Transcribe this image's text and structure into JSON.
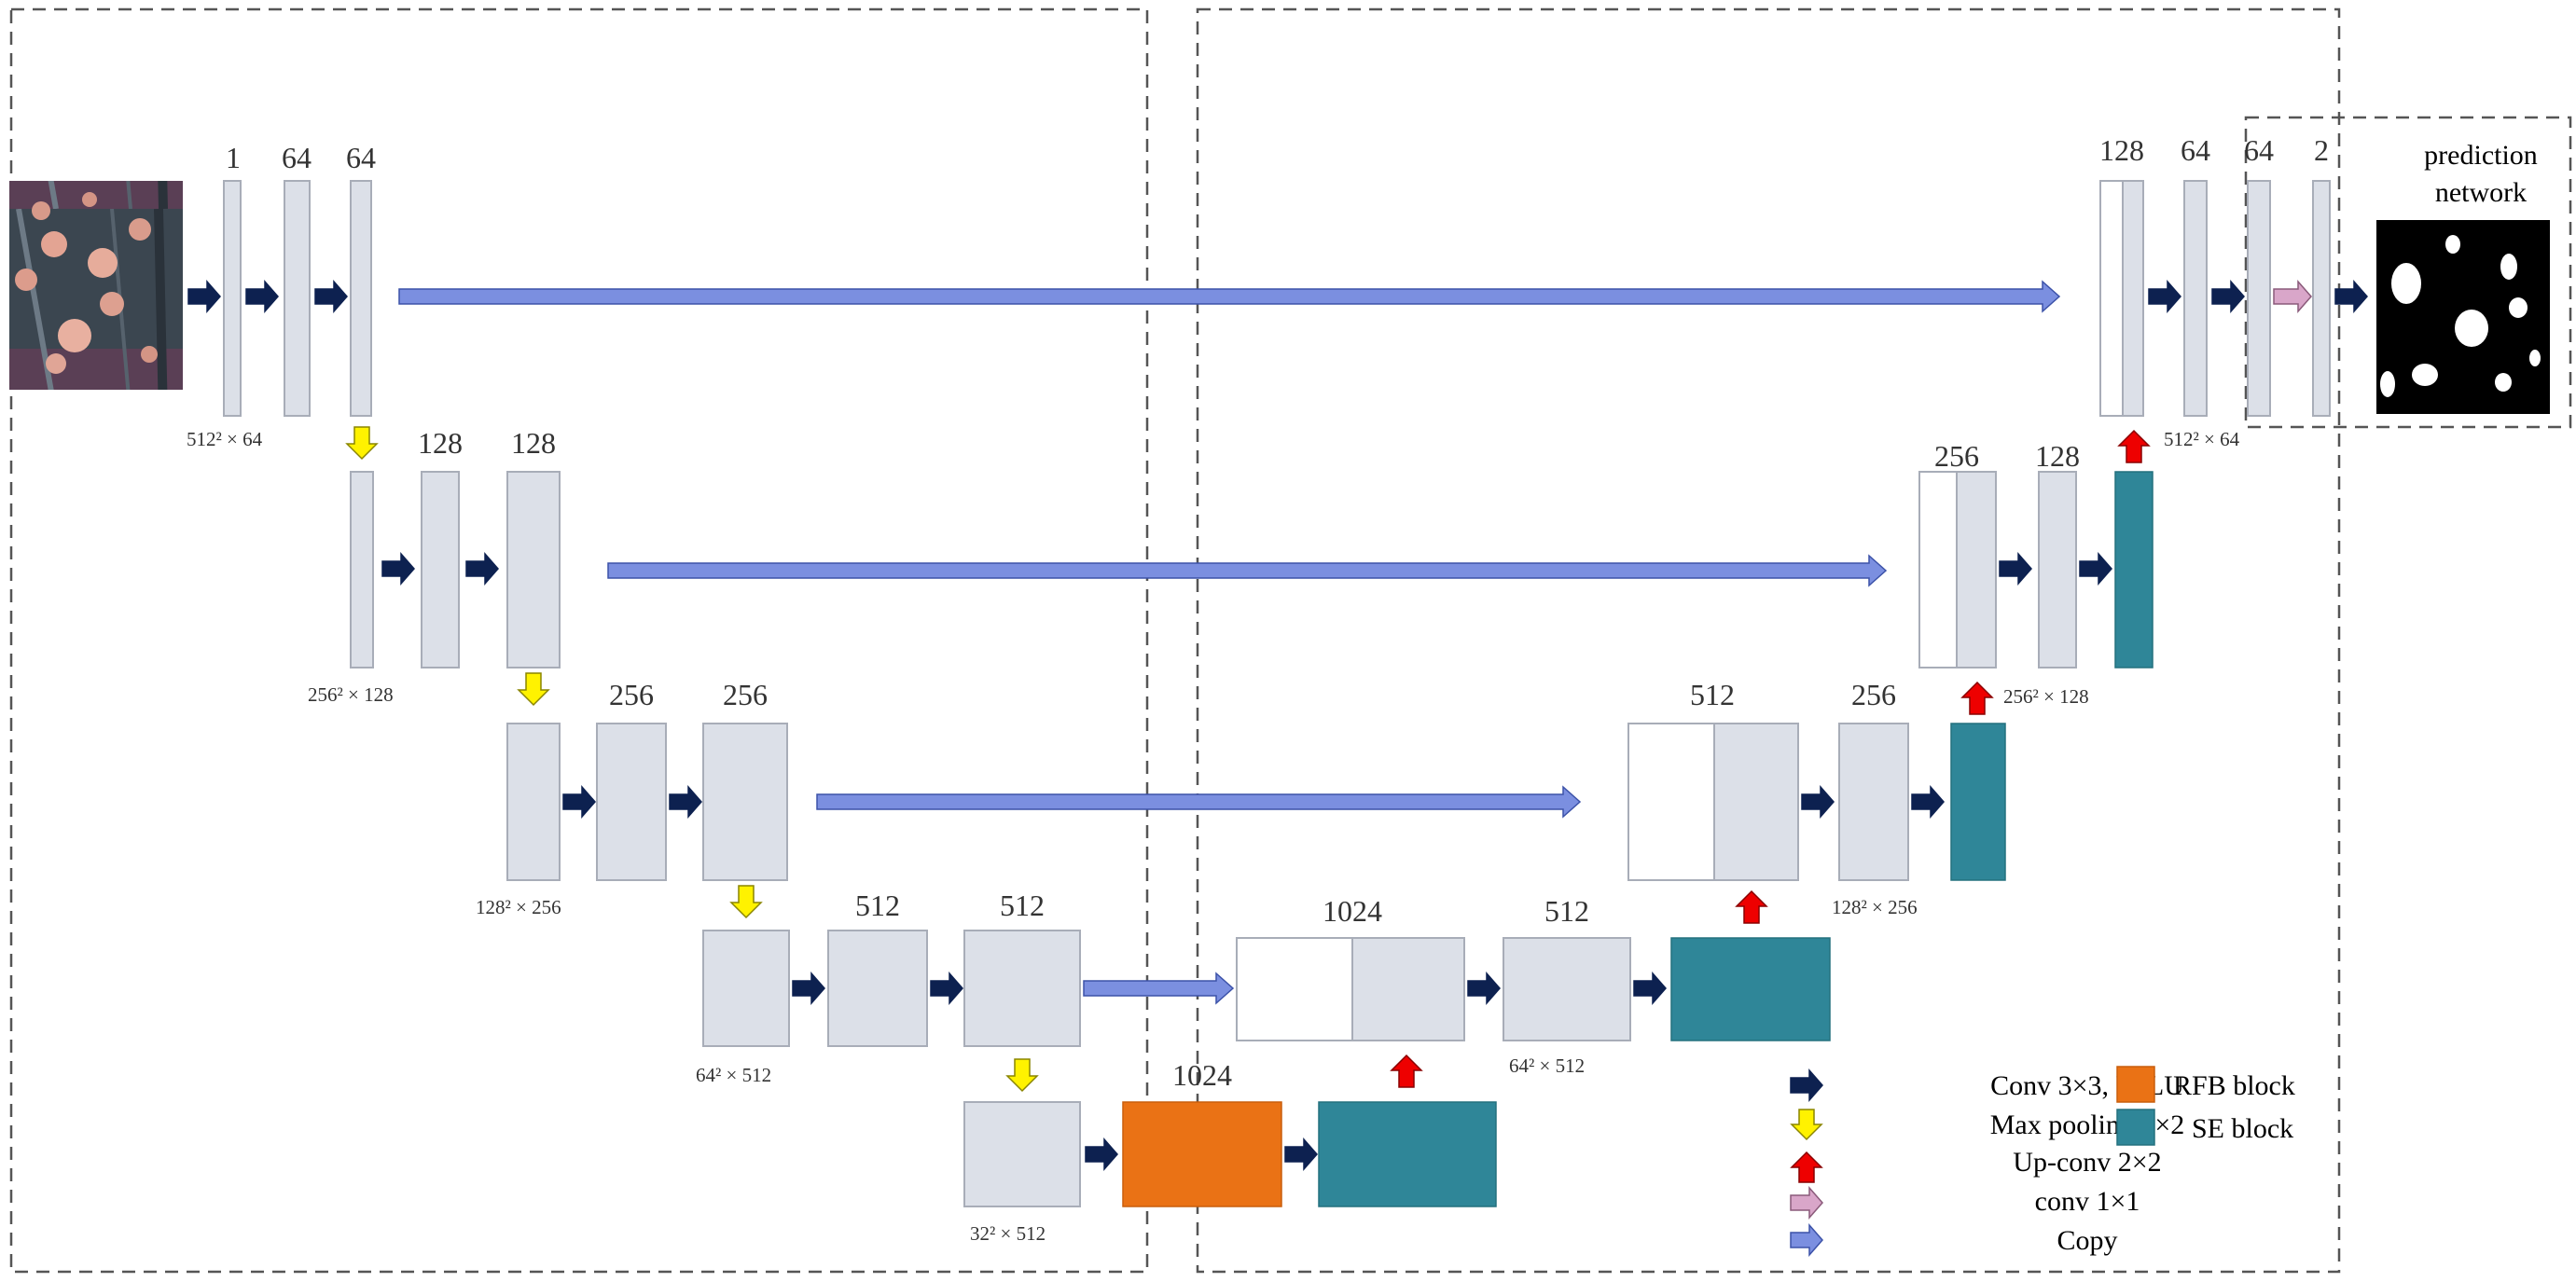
{
  "feature_labels": {
    "enc1_c1": "1",
    "enc1_c2": "64",
    "enc1_c3": "64",
    "enc2_c2": "128",
    "enc2_c3": "128",
    "enc3_c2": "256",
    "enc3_c3": "256",
    "enc4_c2": "512",
    "enc4_c3": "512",
    "bottleneck": "1024",
    "dec4_concat": "1024",
    "dec4_conv": "512",
    "dec3_concat": "512",
    "dec3_conv": "256",
    "dec2_concat": "256",
    "dec2_conv": "128",
    "dec1_concat": "128",
    "dec1_c2": "64",
    "dec1_c3": "64",
    "output": "2"
  },
  "dimension_labels": {
    "enc1": "512² × 64",
    "enc2": "256² × 128",
    "enc3": "128² × 256",
    "enc4": "64² × 512",
    "bottleneck": "32² × 512",
    "dec4": "64² × 512",
    "dec3": "128² × 256",
    "dec2": "256² × 128",
    "dec1": "512² × 64"
  },
  "prediction_label": [
    "prediction",
    "network"
  ],
  "legend": {
    "arrows": [
      "Conv 3×3, ReLU",
      "Max pooling 2×2",
      "Up-conv 2×2",
      "conv 1×1",
      "Copy"
    ],
    "blocks": [
      "RFB block",
      "SE block"
    ]
  },
  "colors": {
    "conv_arrow": "#0d2150",
    "pool_arrow": "#fff200",
    "upconv_arrow": "#ee0000",
    "conv1x1_arrow": "#d9a6c9",
    "copy_arrow": "#7b8fe0",
    "feature_map": "#dce0e8",
    "rfb_block": "#ea7215",
    "se_block": "#2f8698"
  }
}
